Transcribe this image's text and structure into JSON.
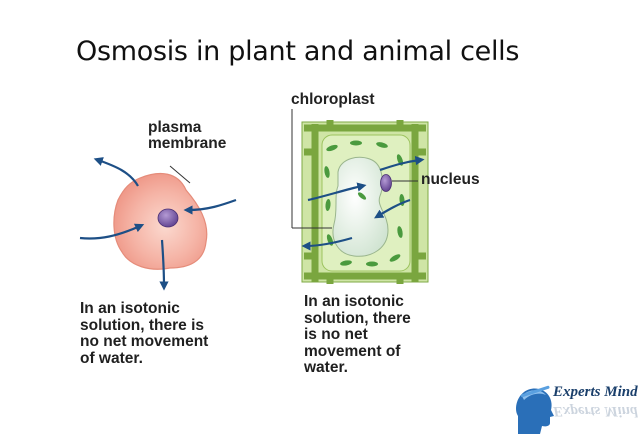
{
  "title": "Osmosis in plant and animal cells",
  "labels": {
    "plasma_membrane": [
      "plasma",
      "membrane"
    ],
    "chloroplast": "chloroplast",
    "nucleus": "nucleus"
  },
  "captions": {
    "animal": [
      "In an isotonic",
      "solution, there is",
      "no net movement",
      "of water."
    ],
    "plant": [
      "In an isotonic",
      "solution, there",
      "is no net",
      "movement of",
      "water."
    ]
  },
  "logo": {
    "text": "Experts Mind"
  },
  "colors": {
    "arrow": "#1d4f86",
    "animal_cell": "#f2a89a",
    "nucleus": "#7a5aa8",
    "cell_wall": "#8ab54a",
    "chloroplast": "#3f8a3a"
  }
}
